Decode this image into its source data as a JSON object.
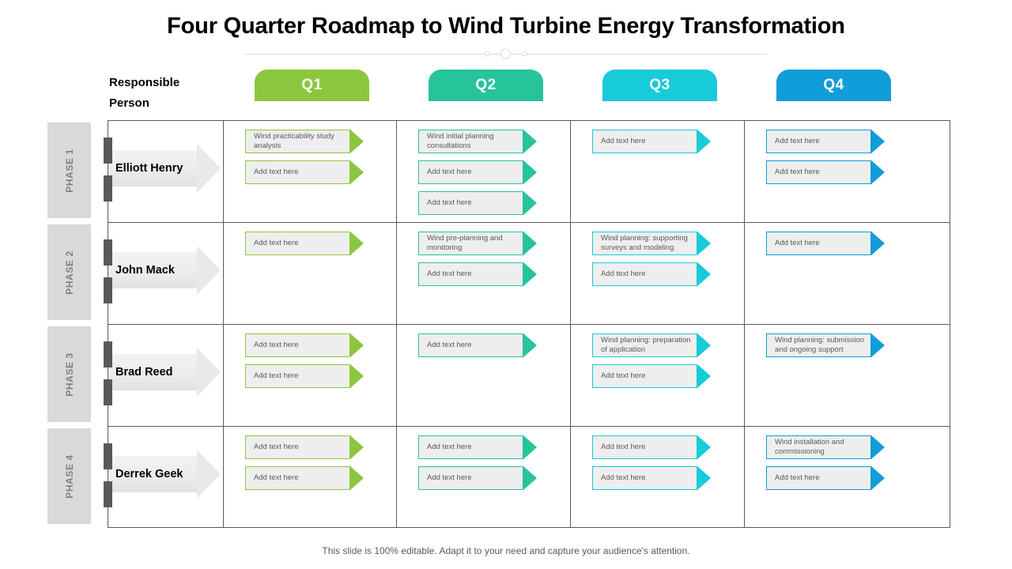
{
  "slide": {
    "title": "Four Quarter Roadmap to Wind Turbine Energy Transformation",
    "footer": "This slide is 100% editable. Adapt it to your need and capture your audience's attention.",
    "responsible_label_line1": "Responsible",
    "responsible_label_line2": "Person"
  },
  "quarters": [
    {
      "label": "Q1",
      "color": "#8CC63E"
    },
    {
      "label": "Q2",
      "color": "#27C39B"
    },
    {
      "label": "Q3",
      "color": "#18CBD8"
    },
    {
      "label": "Q4",
      "color": "#109DD9"
    }
  ],
  "phases": [
    {
      "phase_label": "PHASE 1",
      "person": "Elliott Henry",
      "cells": [
        {
          "quarter": "Q1",
          "tasks": [
            "Wind practicability study analysis",
            "Add text here"
          ]
        },
        {
          "quarter": "Q2",
          "tasks": [
            "Wind initial planning consultations",
            "Add text here",
            "Add text here"
          ]
        },
        {
          "quarter": "Q3",
          "tasks": [
            "Add text here"
          ]
        },
        {
          "quarter": "Q4",
          "tasks": [
            "Add text here",
            "Add text here"
          ]
        }
      ]
    },
    {
      "phase_label": "PHASE 2",
      "person": "John Mack",
      "cells": [
        {
          "quarter": "Q1",
          "tasks": [
            "Add text here"
          ]
        },
        {
          "quarter": "Q2",
          "tasks": [
            "Wind pre-planning and monitoring",
            "Add text here"
          ]
        },
        {
          "quarter": "Q3",
          "tasks": [
            "Wind planning: supporting surveys and modeling",
            "Add text here"
          ]
        },
        {
          "quarter": "Q4",
          "tasks": [
            "Add text here"
          ]
        }
      ]
    },
    {
      "phase_label": "PHASE 3",
      "person": "Brad Reed",
      "cells": [
        {
          "quarter": "Q1",
          "tasks": [
            "Add text here",
            "Add text here"
          ]
        },
        {
          "quarter": "Q2",
          "tasks": [
            "Add text here"
          ]
        },
        {
          "quarter": "Q3",
          "tasks": [
            "Wind planning: preparation of application",
            "Add text here"
          ]
        },
        {
          "quarter": "Q4",
          "tasks": [
            "Wind planning: submission and ongoing support"
          ]
        }
      ]
    },
    {
      "phase_label": "PHASE 4",
      "person": "Derrek Geek",
      "cells": [
        {
          "quarter": "Q1",
          "tasks": [
            "Add text here",
            "Add text here"
          ]
        },
        {
          "quarter": "Q2",
          "tasks": [
            "Add text here",
            "Add text here"
          ]
        },
        {
          "quarter": "Q3",
          "tasks": [
            "Add text here",
            "Add text here"
          ]
        },
        {
          "quarter": "Q4",
          "tasks": [
            "Wind installation and commissioning",
            "Add text here"
          ]
        }
      ]
    }
  ]
}
